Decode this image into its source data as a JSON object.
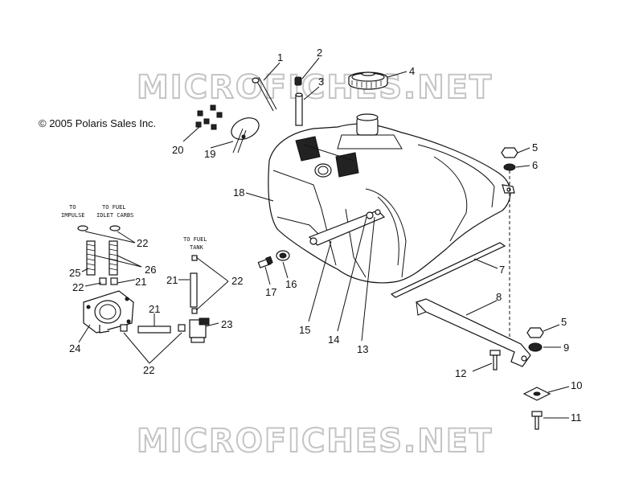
{
  "copyright": "© 2005 Polaris Sales Inc.",
  "watermark": "MICROFICHES.NET",
  "hose_labels": {
    "to_impulse_1": "TO",
    "to_impulse_2": "IMPULSE",
    "to_fuel_idlet_1": "TO FUEL",
    "to_fuel_idlet_2": "IDLET CARBS",
    "to_fuel_tank_1": "TO FUEL",
    "to_fuel_tank_2": "TANK"
  },
  "callouts": {
    "c1": "1",
    "c2": "2",
    "c3": "3",
    "c4": "4",
    "c5a": "5",
    "c5b": "5",
    "c6": "6",
    "c7": "7",
    "c8": "8",
    "c9": "9",
    "c10": "10",
    "c11": "11",
    "c12": "12",
    "c13": "13",
    "c14": "14",
    "c15": "15",
    "c16": "16",
    "c17": "17",
    "c18": "18",
    "c19": "19",
    "c20": "20",
    "c21a": "21",
    "c21b": "21",
    "c21c": "21",
    "c22a": "22",
    "c22b": "22",
    "c22c": "22",
    "c22d": "22",
    "c23": "23",
    "c24": "24",
    "c25": "25",
    "c26": "26"
  }
}
